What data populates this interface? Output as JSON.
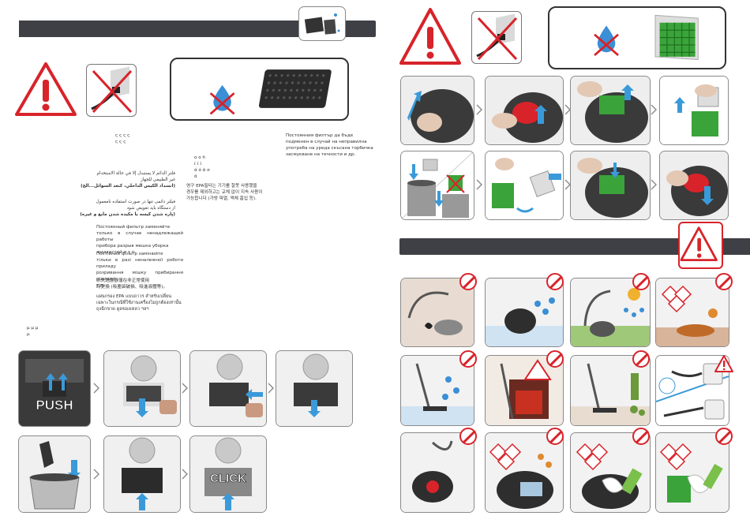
{
  "colors": {
    "bar": "#3f3f46",
    "warn_red": "#d8232a",
    "drop_blue": "#3a8fd6",
    "filter_green": "#3aa33a",
    "arrow_blue": "#3a9ad9"
  },
  "icons": [
    "warning-triangle-icon",
    "no-wet-pickup-icon",
    "water-drop-icon",
    "filter-icon",
    "push-label",
    "click-label",
    "prohibited-circle-icon"
  ],
  "left": {
    "push_label": "PUSH",
    "click_label": "CLICK",
    "ar1": "فلتر   الدائم لا يستبدل إلا في حالة الاستخدام\nغير الطبيعي للجهاز",
    "ar1b": "(انسداد الكيس الداخلي، كنعد السوائل...الخ)",
    "fa1": "فیلتر دائمی   تنها در صورت استفاده نامعمول\nاز دستگاه باید تعویض شود",
    "fa1b": "(پاره شدن کیسه یا مکیده شدن مایع و غیره)",
    "ko": "영구 EPA필터는 기기를 잘못 사용했을\n경우를 제외하고는 교체 없이 지속 사용이\n가능합니다 (가방 파열, 액체 흡입 등).",
    "ru": "Постоянный фильтр        заменяйте\nтолько в случае ненадлежащей работы\nприбора   разрыв  мешка   уборка\nжидкостей и т.п.",
    "uk": "Постійний      фільтр  замінюйте\nтільки в разі неналежної роботи приладу\nрозривання мішку прибирання рідини і\nт.п.",
    "zh": "永久過濾器僅在非正常使用\n時更換 (吸塵袋破損、吸進液體等)。",
    "th": "แผ่นกรอง EPA แบบถาวร สำหรับเปลี่ยน\nเฉพาะในกรณีที่ใช้งานเครื่องไม่ถูกต้องเท่านั้น\nถุงฉีกขาด ดูดของเหลว ฯลฯ",
    "bg": "Постоянния филтър       да бъде\nподменен в случай на неправилна\nупотреба на уреда  скъсана торбичка\nзасмукване на течности и др.",
    "gr_frag": "ο  ο      ñ\nί  ί   ί\nά  ό  ά      σ\nά",
    "frag_small": "ς   ς   ς   ς\nς  ς    ς",
    "frag_mu": "μ   μ                               μ\nμ"
  }
}
